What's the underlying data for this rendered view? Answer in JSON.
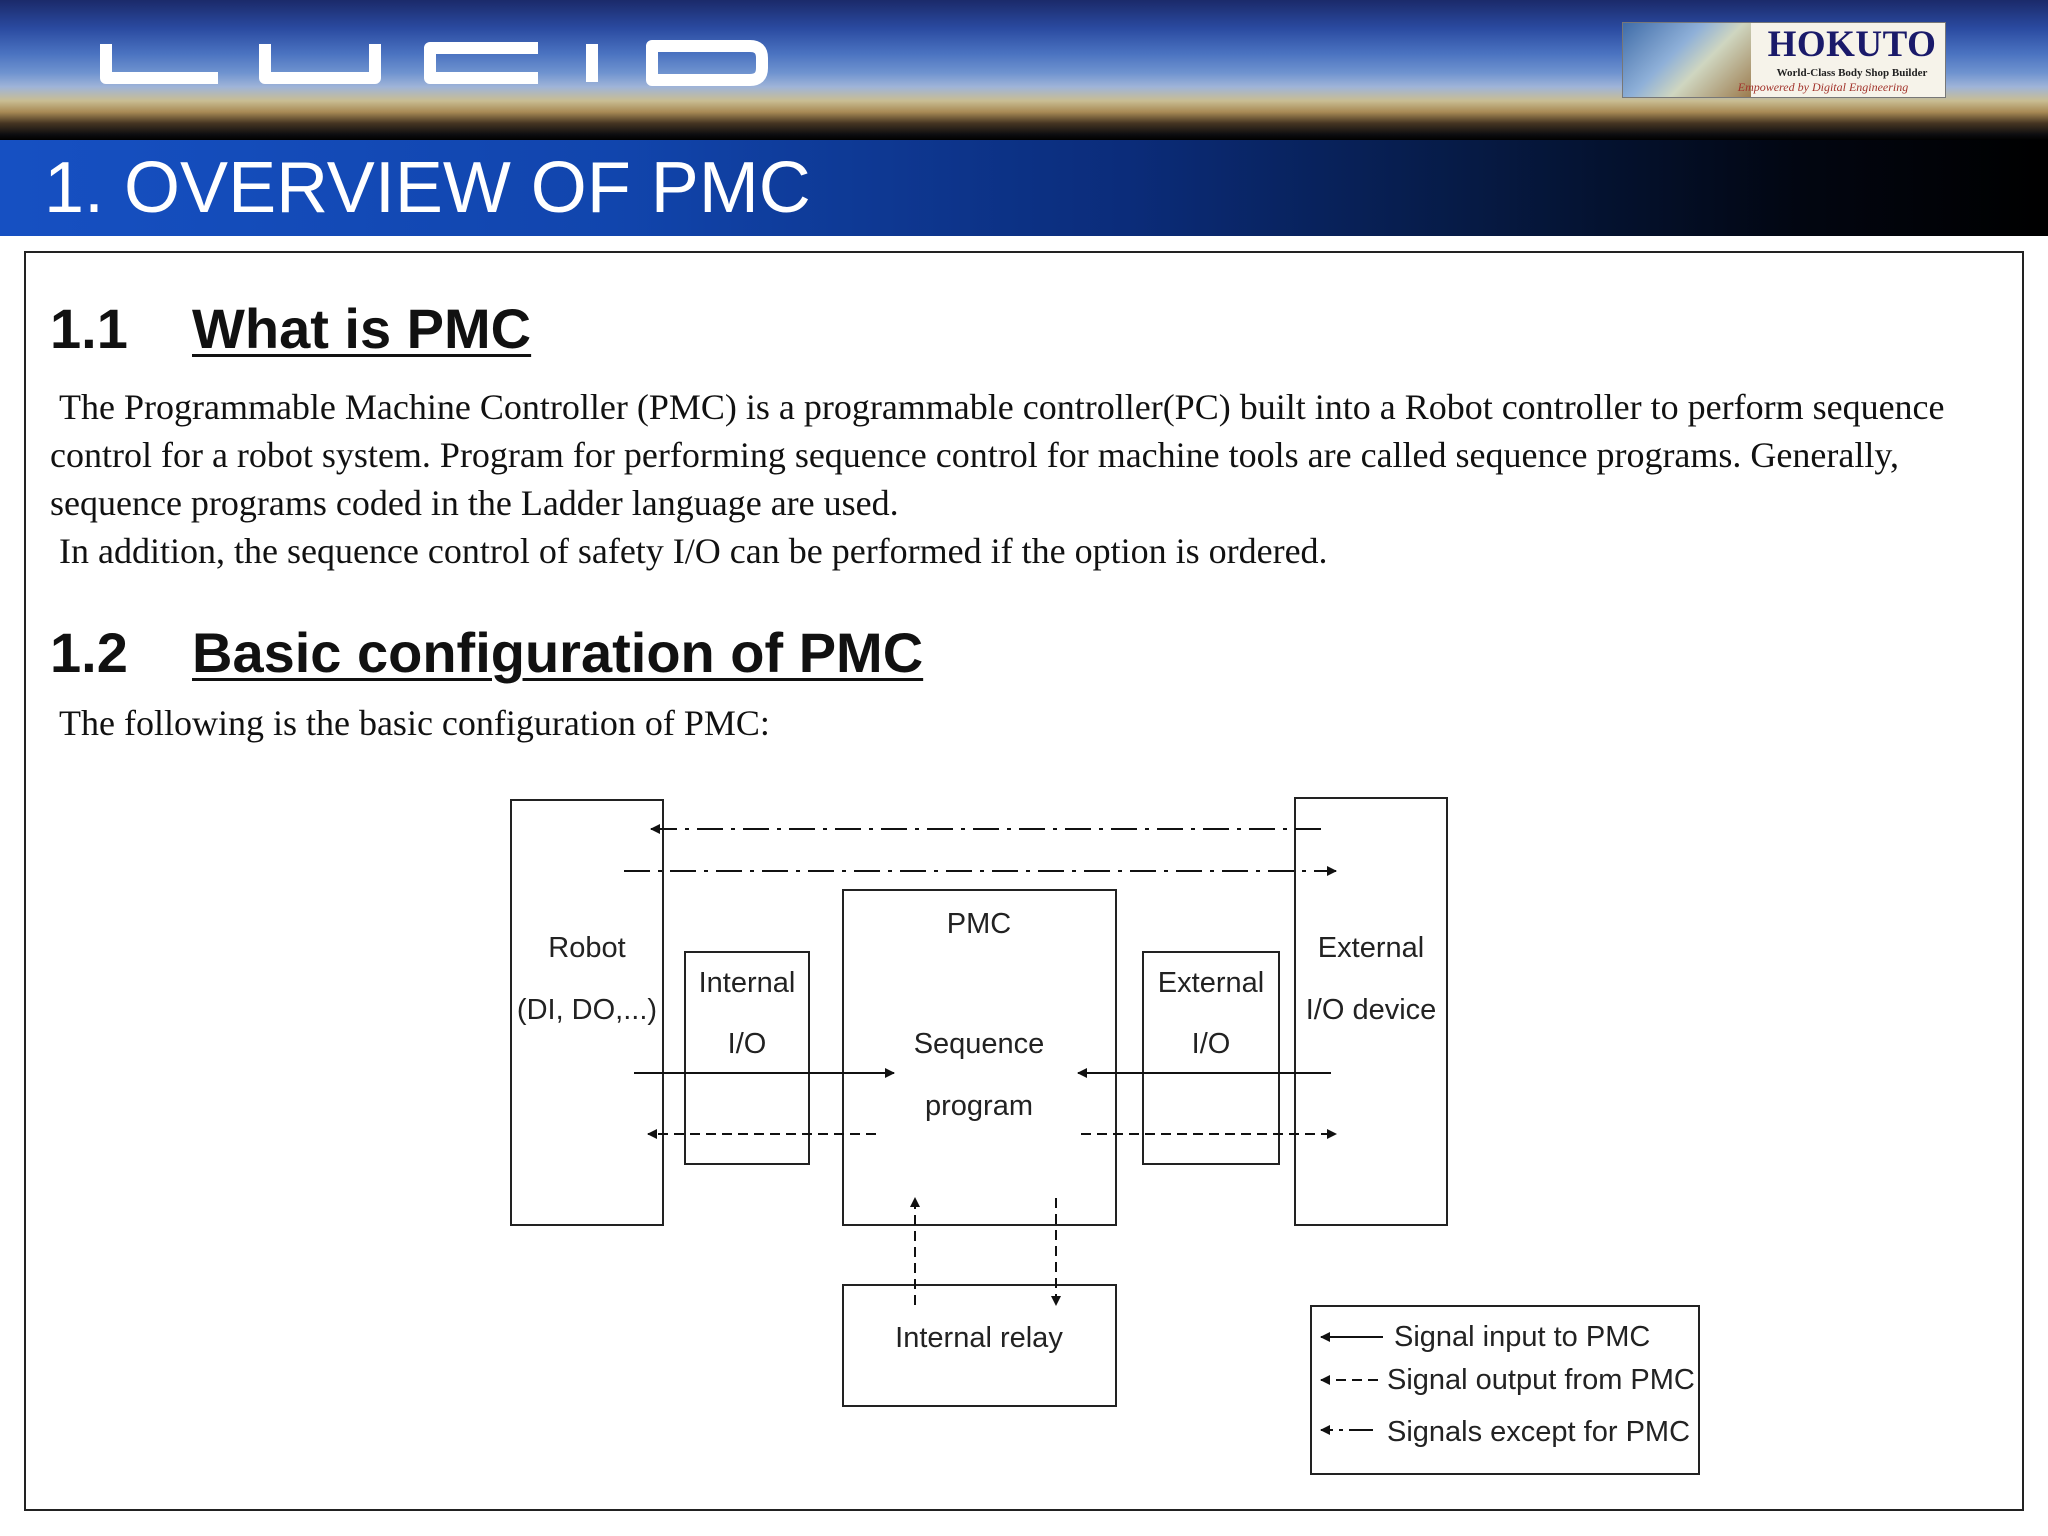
{
  "header": {
    "brand_logo": "LUCID",
    "partner_logo": {
      "name": "HOKUTO",
      "tagline": "World-Class Body Shop Builder",
      "slogan": "Empowered by Digital Engineering"
    },
    "page_title": "1. OVERVIEW OF PMC"
  },
  "sections": [
    {
      "number": "1.1",
      "title": "What is PMC",
      "paragraphs": [
        " The Programmable Machine Controller (PMC) is a programmable controller(PC) built into a Robot controller to perform sequence control for a robot system. Program for performing sequence control for machine tools are called sequence programs. Generally, sequence programs coded in the Ladder language are used.",
        " In addition, the sequence control of safety I/O can be performed if the option is ordered."
      ]
    },
    {
      "number": "1.2",
      "title": "Basic configuration of PMC",
      "paragraphs": [
        " The following is the basic configuration of PMC:"
      ]
    }
  ],
  "diagram": {
    "robot": {
      "line1": "Robot",
      "line2": "(DI, DO,...)"
    },
    "internal_io": {
      "line1": "Internal",
      "line2": "I/O"
    },
    "pmc": {
      "title": "PMC",
      "line1": "Sequence",
      "line2": "program"
    },
    "external_io": {
      "line1": "External",
      "line2": "I/O"
    },
    "external_device": {
      "line1": "External",
      "line2": "I/O device"
    },
    "internal_relay": "Internal relay",
    "legend": {
      "input": "Signal input to PMC",
      "output": "Signal output from PMC",
      "other": "Signals except for PMC"
    }
  }
}
